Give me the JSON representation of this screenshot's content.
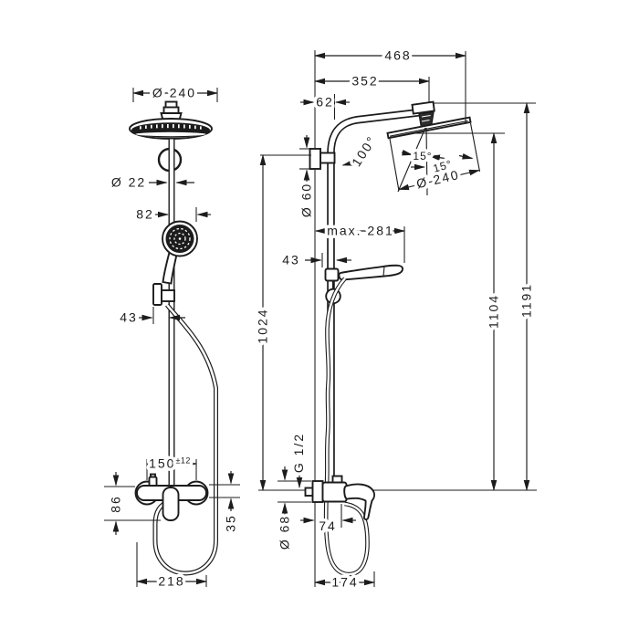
{
  "colors": {
    "line": "#1c1c1c",
    "background": "#ffffff"
  },
  "front_view": {
    "dia_head": "Ø 240",
    "dia_pipe": "Ø 22",
    "offset_handshower": "82",
    "offset_holder": "43",
    "connection_spacing": "150",
    "connection_tolerance": "±12",
    "mixer_height": "86",
    "outlet_offset": "35",
    "mixer_width": "218"
  },
  "side_view": {
    "projection_total": "468",
    "projection_arm": "352",
    "pipe_wall_offset": "62",
    "arm_angle": "100°",
    "head_tilt_a": "15°",
    "head_tilt_b": "15°",
    "dia_head": "Ø 240",
    "dia_wall_bracket": "Ø 60",
    "reach_max": "max. 281",
    "offset_holder": "43",
    "height_bar": "1024",
    "height_head": "1104",
    "height_total": "1191",
    "thread": "G 1/2",
    "dia_escutcheon": "Ø 68",
    "valve_projection": "74",
    "hose_loop_depth": "174"
  }
}
